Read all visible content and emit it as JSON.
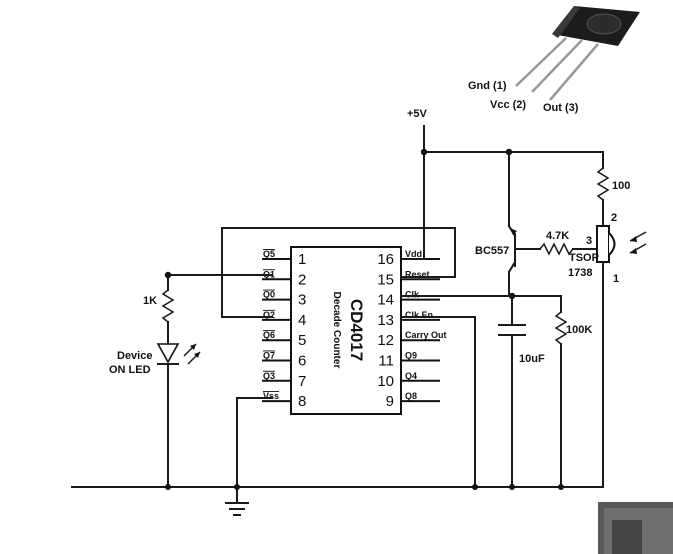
{
  "supply": {
    "label": "+5V"
  },
  "ic": {
    "name": "CD4017",
    "subtitle": "Decade Counter",
    "left_pins": [
      {
        "num": "1",
        "label": "Q5"
      },
      {
        "num": "2",
        "label": "Q1"
      },
      {
        "num": "3",
        "label": "Q0"
      },
      {
        "num": "4",
        "label": "Q2"
      },
      {
        "num": "5",
        "label": "Q6"
      },
      {
        "num": "6",
        "label": "Q7"
      },
      {
        "num": "7",
        "label": "Q3"
      },
      {
        "num": "8",
        "label": "Vss"
      }
    ],
    "right_pins": [
      {
        "num": "16",
        "label": "Vdd"
      },
      {
        "num": "15",
        "label": "Reset"
      },
      {
        "num": "14",
        "label": "Clk"
      },
      {
        "num": "13",
        "label": "Clk En"
      },
      {
        "num": "12",
        "label": "Carry Out"
      },
      {
        "num": "11",
        "label": "Q9"
      },
      {
        "num": "10",
        "label": "Q4"
      },
      {
        "num": "9",
        "label": "Q8"
      }
    ]
  },
  "components": {
    "r1": "1K",
    "led": [
      "Device",
      "ON LED"
    ],
    "transistor": "BC557",
    "r2": "4.7K",
    "r3": "100",
    "r4": "100K",
    "cap": "10uF",
    "sensor": [
      "TSOP",
      "1738"
    ],
    "sensor_pins": {
      "p1": "1",
      "p2": "2",
      "p3": "3"
    }
  },
  "pinout": {
    "gnd": "Gnd (1)",
    "vcc": "Vcc (2)",
    "out": "Out (3)"
  }
}
